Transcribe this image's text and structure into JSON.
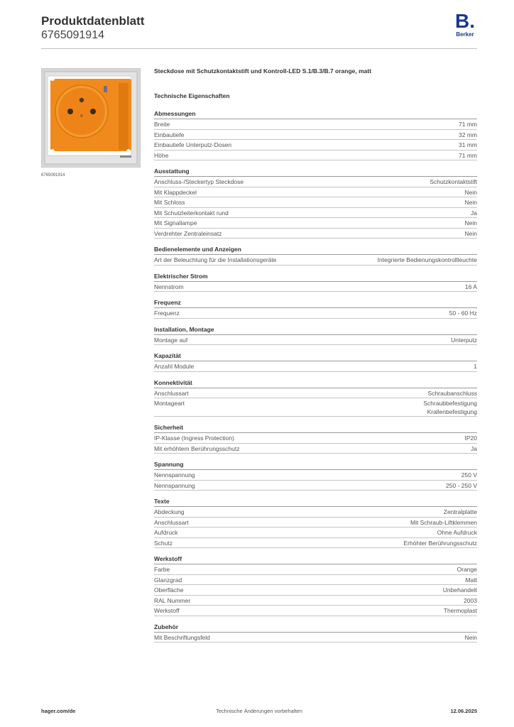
{
  "header": {
    "title": "Produktdatenblatt",
    "number": "6765091914",
    "logo_mark": "B.",
    "logo_text": "Berker"
  },
  "image": {
    "caption": "6765091914",
    "plate_color": "#f08a1c",
    "frame_color": "#dcdcdc"
  },
  "product": {
    "name": "Steckdose mit Schutzkontaktstift und Kontroll-LED S.1/B.3/B.7 orange, matt",
    "tech_title": "Technische Eigenschaften"
  },
  "sections": [
    {
      "title": "Abmessungen",
      "rows": [
        {
          "label": "Breite",
          "value": "71 mm"
        },
        {
          "label": "Einbautiefe",
          "value": "32 mm"
        },
        {
          "label": "Einbautiefe Unterputz-Dosen",
          "value": "31 mm"
        },
        {
          "label": "Höhe",
          "value": "71 mm"
        }
      ]
    },
    {
      "title": "Ausstattung",
      "rows": [
        {
          "label": "Anschluss-/Steckertyp Steckdose",
          "value": "Schutzkontaktstift"
        },
        {
          "label": "Mit Klappdeckel",
          "value": "Nein"
        },
        {
          "label": "Mit Schloss",
          "value": "Nein"
        },
        {
          "label": "Mit Schutzleiterkontakt rund",
          "value": "Ja"
        },
        {
          "label": "Mit Signallampe",
          "value": "Nein"
        },
        {
          "label": "Verdrehter Zentraleinsatz",
          "value": "Nein"
        }
      ]
    },
    {
      "title": "Bedienelemente und Anzeigen",
      "rows": [
        {
          "label": "Art der Beleuchtung für die Installationsgeräte",
          "value": "Integrierte Bedienungskontrollleuchte"
        }
      ]
    },
    {
      "title": "Elektrischer Strom",
      "rows": [
        {
          "label": "Nennstrom",
          "value": "16 A"
        }
      ]
    },
    {
      "title": "Frequenz",
      "rows": [
        {
          "label": "Frequenz",
          "value": "50 - 60 Hz"
        }
      ]
    },
    {
      "title": "Installation, Montage",
      "rows": [
        {
          "label": "Montage auf",
          "value": "Unterputz"
        }
      ]
    },
    {
      "title": "Kapazität",
      "rows": [
        {
          "label": "Anzahl Module",
          "value": "1"
        }
      ]
    },
    {
      "title": "Konnektivität",
      "rows": [
        {
          "label": "Anschlussart",
          "value": "Schraubanschluss"
        },
        {
          "label": "Montageart",
          "value": "Schraubbefestigung\nKrallenbefestigung"
        }
      ]
    },
    {
      "title": "Sicherheit",
      "rows": [
        {
          "label": "IP-Klasse (Ingress Protection)",
          "value": "IP20"
        },
        {
          "label": "Mit erhöhtem Berührungsschutz",
          "value": "Ja"
        }
      ]
    },
    {
      "title": "Spannung",
      "rows": [
        {
          "label": "Nennspannung",
          "value": "250 V"
        },
        {
          "label": "Nennspannung",
          "value": "250 - 250 V"
        }
      ]
    },
    {
      "title": "Texte",
      "rows": [
        {
          "label": "Abdeckung",
          "value": "Zentralplatte"
        },
        {
          "label": "Anschlussart",
          "value": "Mit Schraub-Liftklemmen"
        },
        {
          "label": "Aufdruck",
          "value": "Ohne Aufdruck"
        },
        {
          "label": "Schutz",
          "value": "Erhöhter Berührungsschutz"
        }
      ]
    },
    {
      "title": "Werkstoff",
      "rows": [
        {
          "label": "Farbe",
          "value": "Orange"
        },
        {
          "label": "Glanzgrad",
          "value": "Matt"
        },
        {
          "label": "Oberfläche",
          "value": "Unbehandelt"
        },
        {
          "label": "RAL Nummer",
          "value": "2003"
        },
        {
          "label": "Werkstoff",
          "value": "Thermoplast"
        }
      ]
    },
    {
      "title": "Zubehör",
      "rows": [
        {
          "label": "Mit Beschriftungsfeld",
          "value": "Nein"
        }
      ]
    }
  ],
  "footer": {
    "left": "hager.com/de",
    "center": "Technische Änderungen vorbehalten",
    "right": "12.06.2025"
  }
}
